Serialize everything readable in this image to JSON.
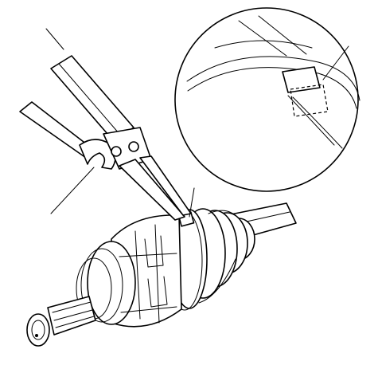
{
  "figure": {
    "parts": [
      "boot-band-pliers",
      "open-end-wrench",
      "cv-joint-outboard-housing",
      "cv-boot",
      "boot-band",
      "axle-shaft",
      "splined-stub-shaft",
      "magnified-detail-circle"
    ],
    "leader_lines": 4,
    "colors": {
      "line": "#000000",
      "background": "#ffffff"
    }
  }
}
